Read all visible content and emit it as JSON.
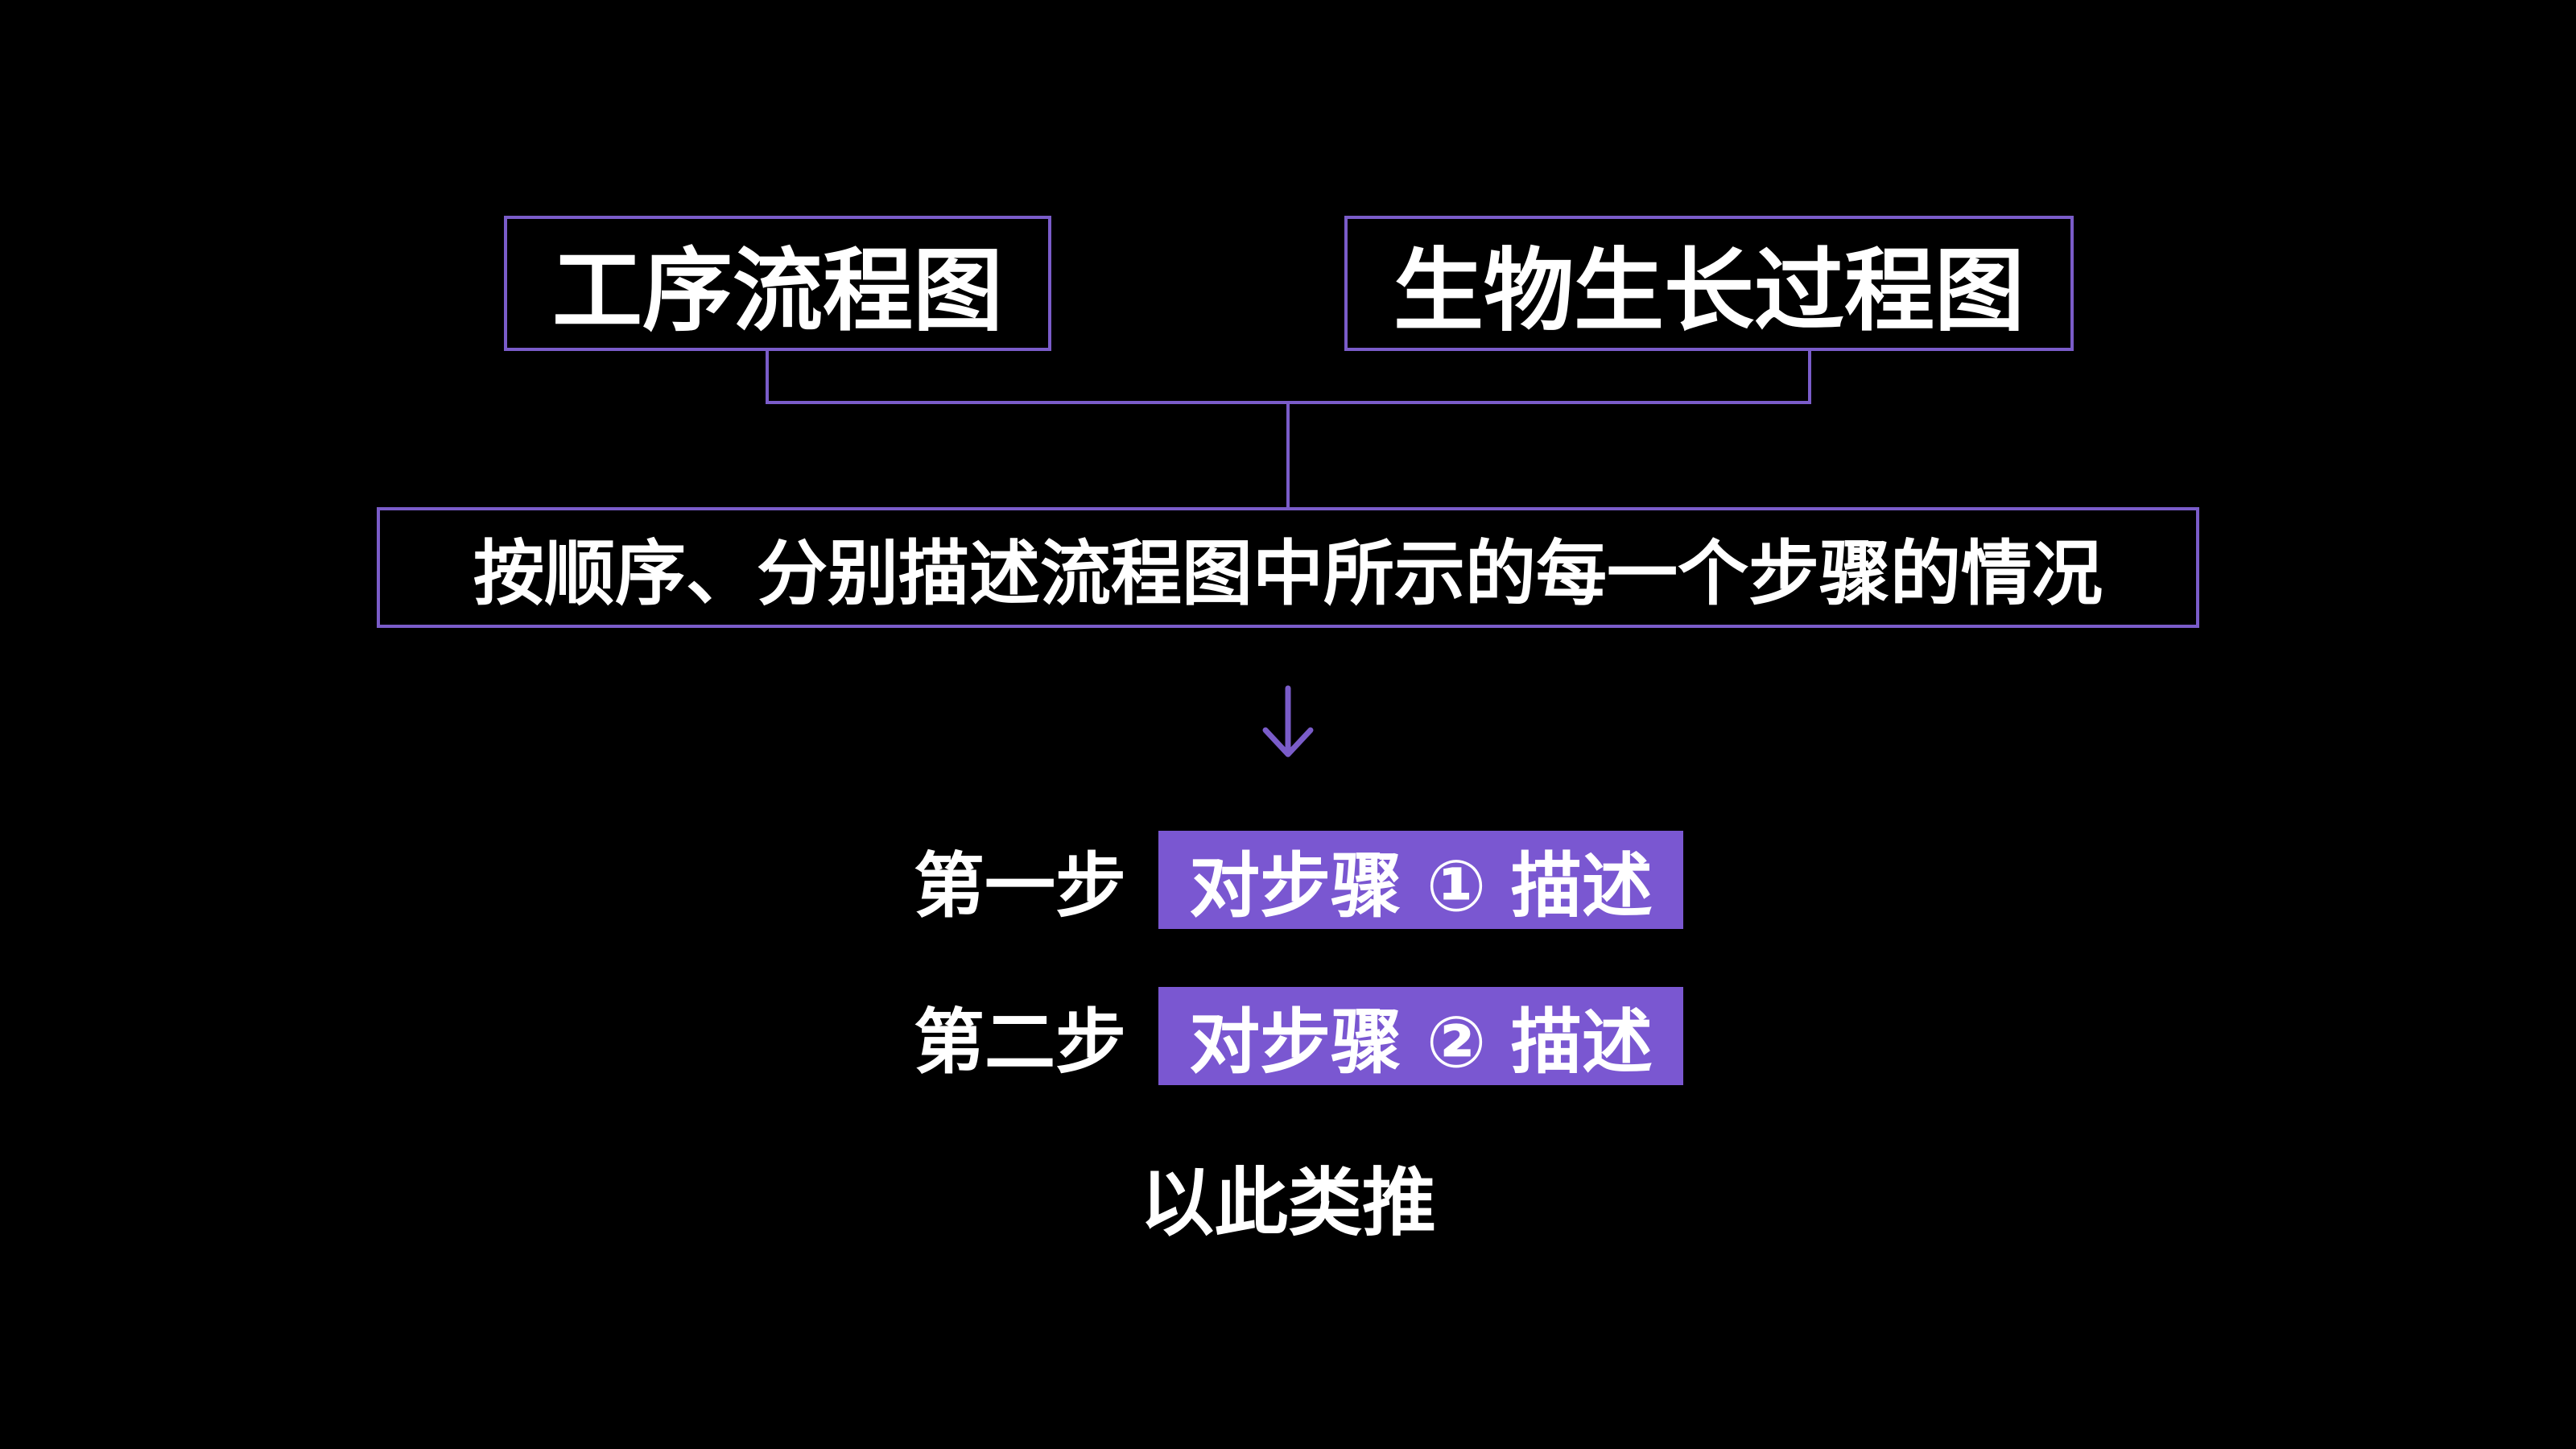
{
  "top_boxes": {
    "left": "工序流程图",
    "right": "生物生长过程图"
  },
  "main_box": "按顺序、分别描述流程图中所示的每一个步骤的情况",
  "arrow_icon": "down-arrow-icon",
  "steps": [
    {
      "label": "第一步",
      "tag": "对步骤 ① 描述"
    },
    {
      "label": "第二步",
      "tag": "对步骤 ② 描述"
    }
  ],
  "etc": "以此类推",
  "colors": {
    "background": "#000000",
    "accent": "#7a57d1",
    "border": "#7a5cc9",
    "text": "#ffffff"
  }
}
